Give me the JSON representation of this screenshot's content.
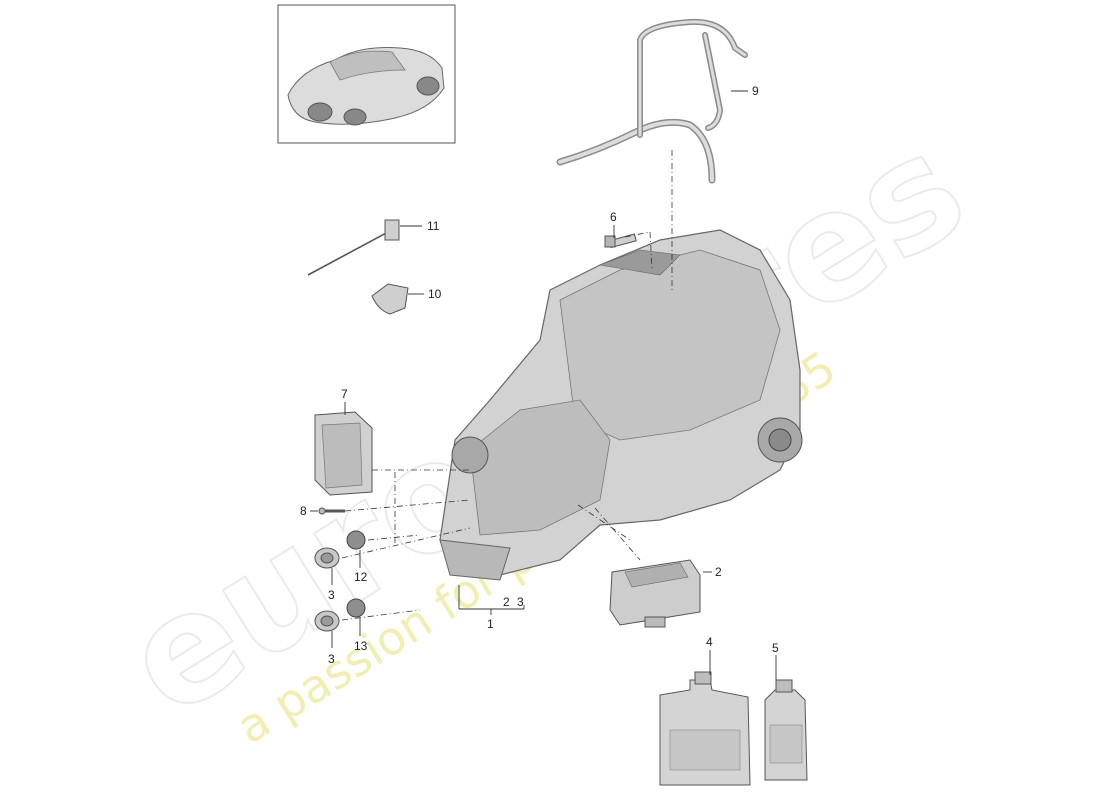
{
  "diagram": {
    "watermark": {
      "brand": "eurospares",
      "tagline": "a passion for parts since 1985"
    },
    "callouts": {
      "c1": "1",
      "c2": "2",
      "c2b": "2",
      "c3a": "3",
      "c3b": "3",
      "c3c": "3",
      "c4": "4",
      "c5": "5",
      "c6": "6",
      "c7": "7",
      "c8": "8",
      "c9": "9",
      "c10": "10",
      "c11": "11",
      "c12": "12",
      "c13": "13"
    },
    "colors": {
      "part_fill": "#d4d4d4",
      "part_dark": "#9a9a9a",
      "line": "#333333",
      "watermark_gray": "#d9d9d9",
      "watermark_yellow": "#ece99a"
    }
  }
}
